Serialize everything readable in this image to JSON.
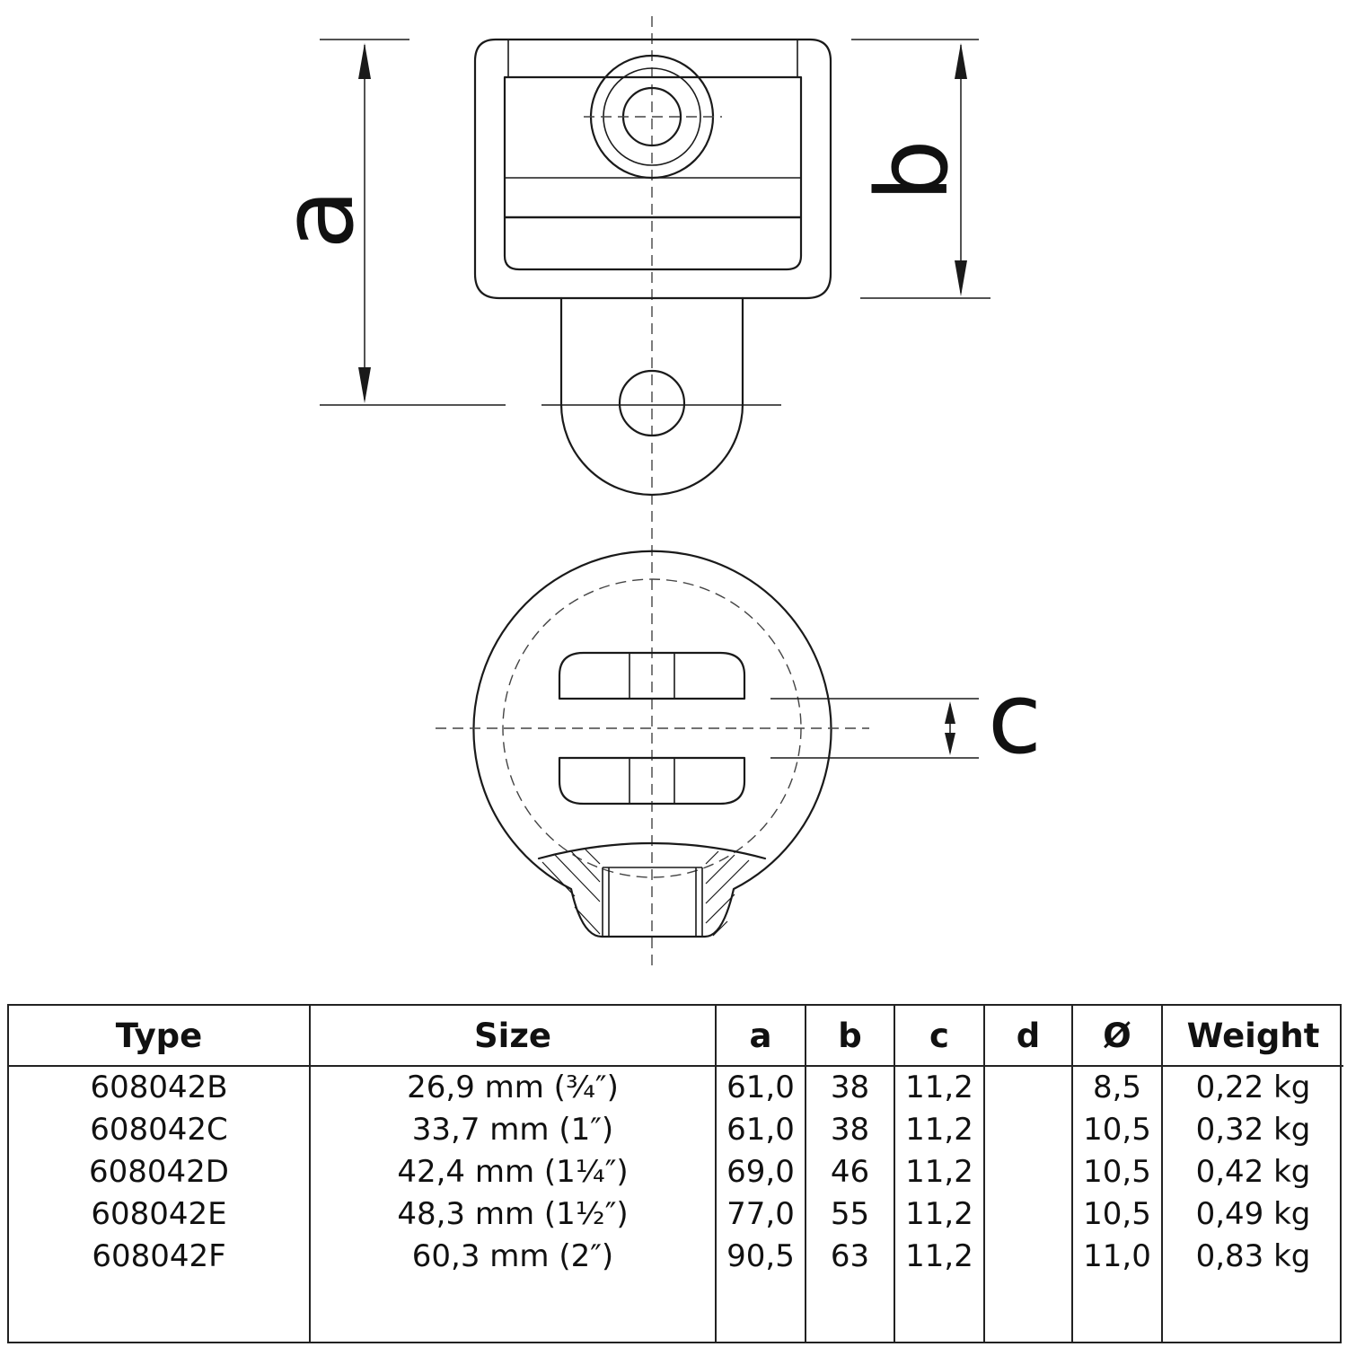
{
  "dimension_labels": {
    "a": "a",
    "b": "b",
    "c": "c"
  },
  "table": {
    "headers": [
      "Type",
      "Size",
      "a",
      "b",
      "c",
      "d",
      "Ø",
      "Weight"
    ],
    "rows": [
      [
        "608042B",
        "26,9 mm (¾″)",
        "61,0",
        "38",
        "11,2",
        "",
        "8,5",
        "0,22 kg"
      ],
      [
        "608042C",
        "33,7 mm (1″)",
        "61,0",
        "38",
        "11,2",
        "",
        "10,5",
        "0,32 kg"
      ],
      [
        "608042D",
        "42,4 mm (1¼″)",
        "69,0",
        "46",
        "11,2",
        "",
        "10,5",
        "0,42 kg"
      ],
      [
        "608042E",
        "48,3 mm (1½″)",
        "77,0",
        "55",
        "11,2",
        "",
        "10,5",
        "0,49 kg"
      ],
      [
        "608042F",
        "60,3 mm (2″)",
        "90,5",
        "63",
        "11,2",
        "",
        "11,0",
        "0,83 kg"
      ]
    ]
  }
}
